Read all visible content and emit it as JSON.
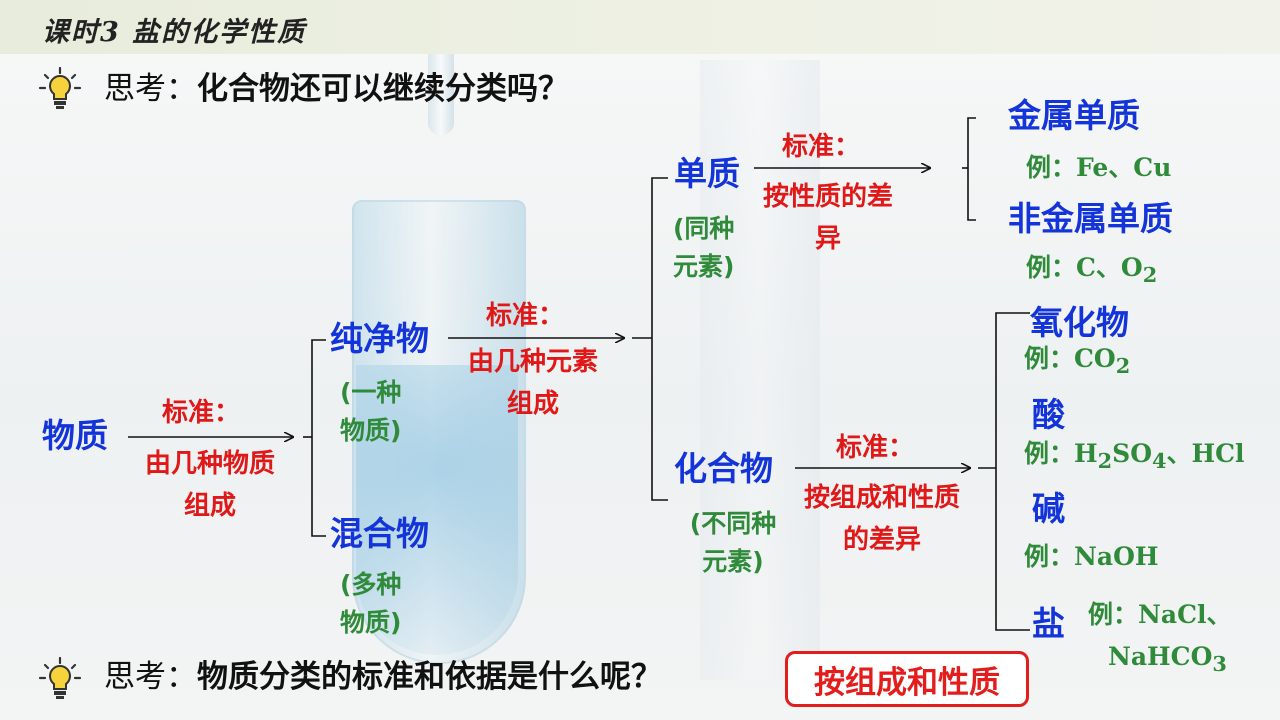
{
  "slide": {
    "title": "课时3  盐的化学性质"
  },
  "think1": {
    "prefix": "思考：",
    "question": "化合物还可以继续分类吗？"
  },
  "think2": {
    "prefix": "思考：",
    "question": "物质分类的标准和依据是什么呢？",
    "answer": "按组成和性质"
  },
  "tree": {
    "root": "物质",
    "crit_root": {
      "label": "标准：",
      "text": "由几种物质组成"
    },
    "pure": {
      "name": "纯净物",
      "desc": "(一种物质)"
    },
    "mixture": {
      "name": "混合物",
      "desc": "(多种物质)"
    },
    "crit_pure": {
      "label": "标准：",
      "text": "由几种元素组成"
    },
    "element": {
      "name": "单质",
      "desc": "(同种元素)"
    },
    "compound": {
      "name": "化合物",
      "desc": "(不同种元素)"
    },
    "crit_element": {
      "label": "标准：",
      "text": "按性质的差异"
    },
    "crit_compound": {
      "label": "标准：",
      "text": "按组成和性质的差异"
    },
    "metal": {
      "name": "金属单质",
      "example_label": "例：",
      "example": "Fe、Cu"
    },
    "nonmetal": {
      "name": "非金属单质",
      "example_label": "例：",
      "ex_a": "C、O",
      "ex_sub": "2"
    },
    "oxide": {
      "name": "氧化物",
      "example_label": "例：",
      "ex_a": "CO",
      "ex_sub": "2"
    },
    "acid": {
      "name": "酸",
      "example_label": "例：",
      "h": "H",
      "s1": "2",
      "so": "SO",
      "s2": "4",
      "rest": "、HCl"
    },
    "base": {
      "name": "碱",
      "example_label": "例：",
      "example": "NaOH"
    },
    "salt": {
      "name": "盐",
      "example_label": "例：",
      "ex1": "NaCl、",
      "ex2a": "NaHCO",
      "ex2sub": "3"
    }
  },
  "colors": {
    "node": "#1234d8",
    "criterion": "#e01818",
    "description": "#2f8a3a",
    "answer_border": "#e31c1c"
  },
  "icons": {
    "bulb": "lightbulb-icon"
  }
}
